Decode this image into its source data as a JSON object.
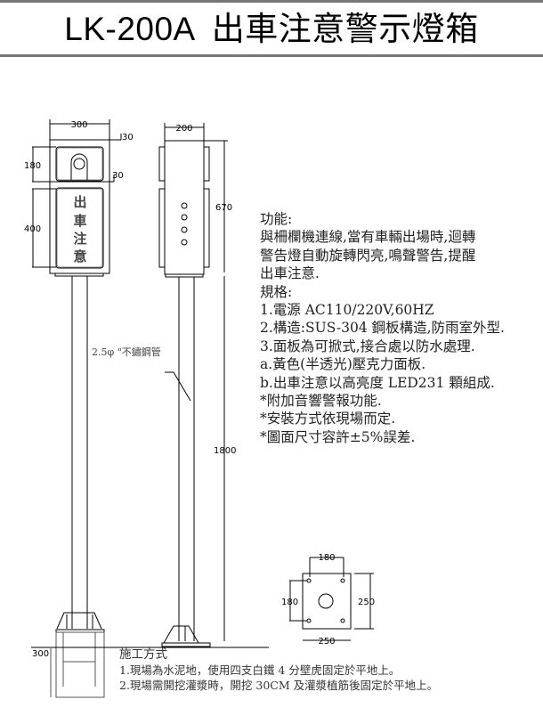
{
  "title": {
    "model": "LK-200A",
    "name": "出車注意警示燈箱"
  },
  "drawing": {
    "front_width": "300",
    "side_width": "200",
    "offset_top": "30",
    "offset_mid": "30",
    "upper_panel_height": "180",
    "lower_panel_height": "400",
    "box_height": "670",
    "pole_height": "1800",
    "foundation_depth": "300",
    "panel_text": [
      "出",
      "車",
      "注",
      "意"
    ],
    "pipe_label": "2.5φ \"不鏽鋼管",
    "base_plate": {
      "bolt_spacing_x": "180",
      "bolt_spacing_y": "180",
      "plate_height": "250",
      "plate_width": "250"
    }
  },
  "spec": {
    "lines": [
      "功能:",
      "與柵欄機連線,當有車輛出場時,迴轉",
      "警告燈自動旋轉閃亮,鳴聲警告,提醒",
      "出車注意.",
      "規格:",
      "1.電源 AC110/220V,60HZ",
      "2.構造:SUS-304 鋼板構造,防雨室外型.",
      "3.面板為可掀式,接合處以防水處理.",
      "a.黃色(半透光)壓克力面板.",
      "b.出車注意以高亮度 LED231 顆組成.",
      "*附加音響警報功能.",
      "*安裝方式依現場而定.",
      "*圖面尺寸容許±5%誤差."
    ]
  },
  "install": {
    "heading": "施工方式",
    "lines": [
      "1.現場為水泥地，使用四支白鐵 4 分壁虎固定於平地上。",
      "2.現場需開挖灌漿時，開挖 30CM 及灌漿植筋後固定於平地上。"
    ]
  }
}
